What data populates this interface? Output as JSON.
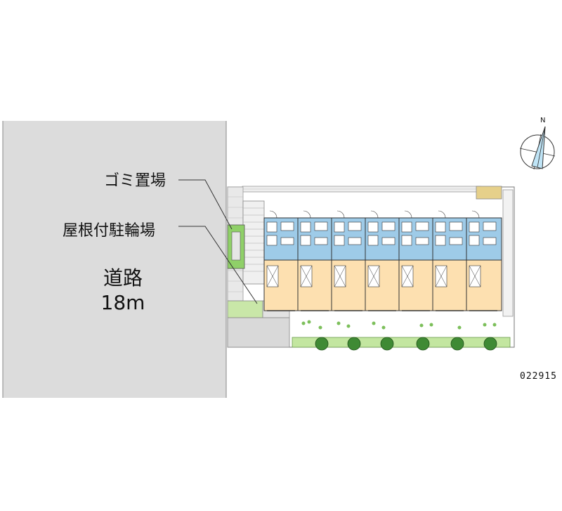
{
  "labels": {
    "garbage": "ゴミ置場",
    "bike_parking": "屋根付駐輪場",
    "road": "道路",
    "road_width": "18m",
    "code": "022915",
    "north": "N"
  },
  "colors": {
    "road": "#dcdcdc",
    "wet_room": "#9ecbe8",
    "living_room": "#fde0b0",
    "planting": "#c3e6a0",
    "garbage_area": "#8fd068",
    "compass_fill": "#bfe4f6"
  },
  "building": {
    "unit_count": 7
  }
}
